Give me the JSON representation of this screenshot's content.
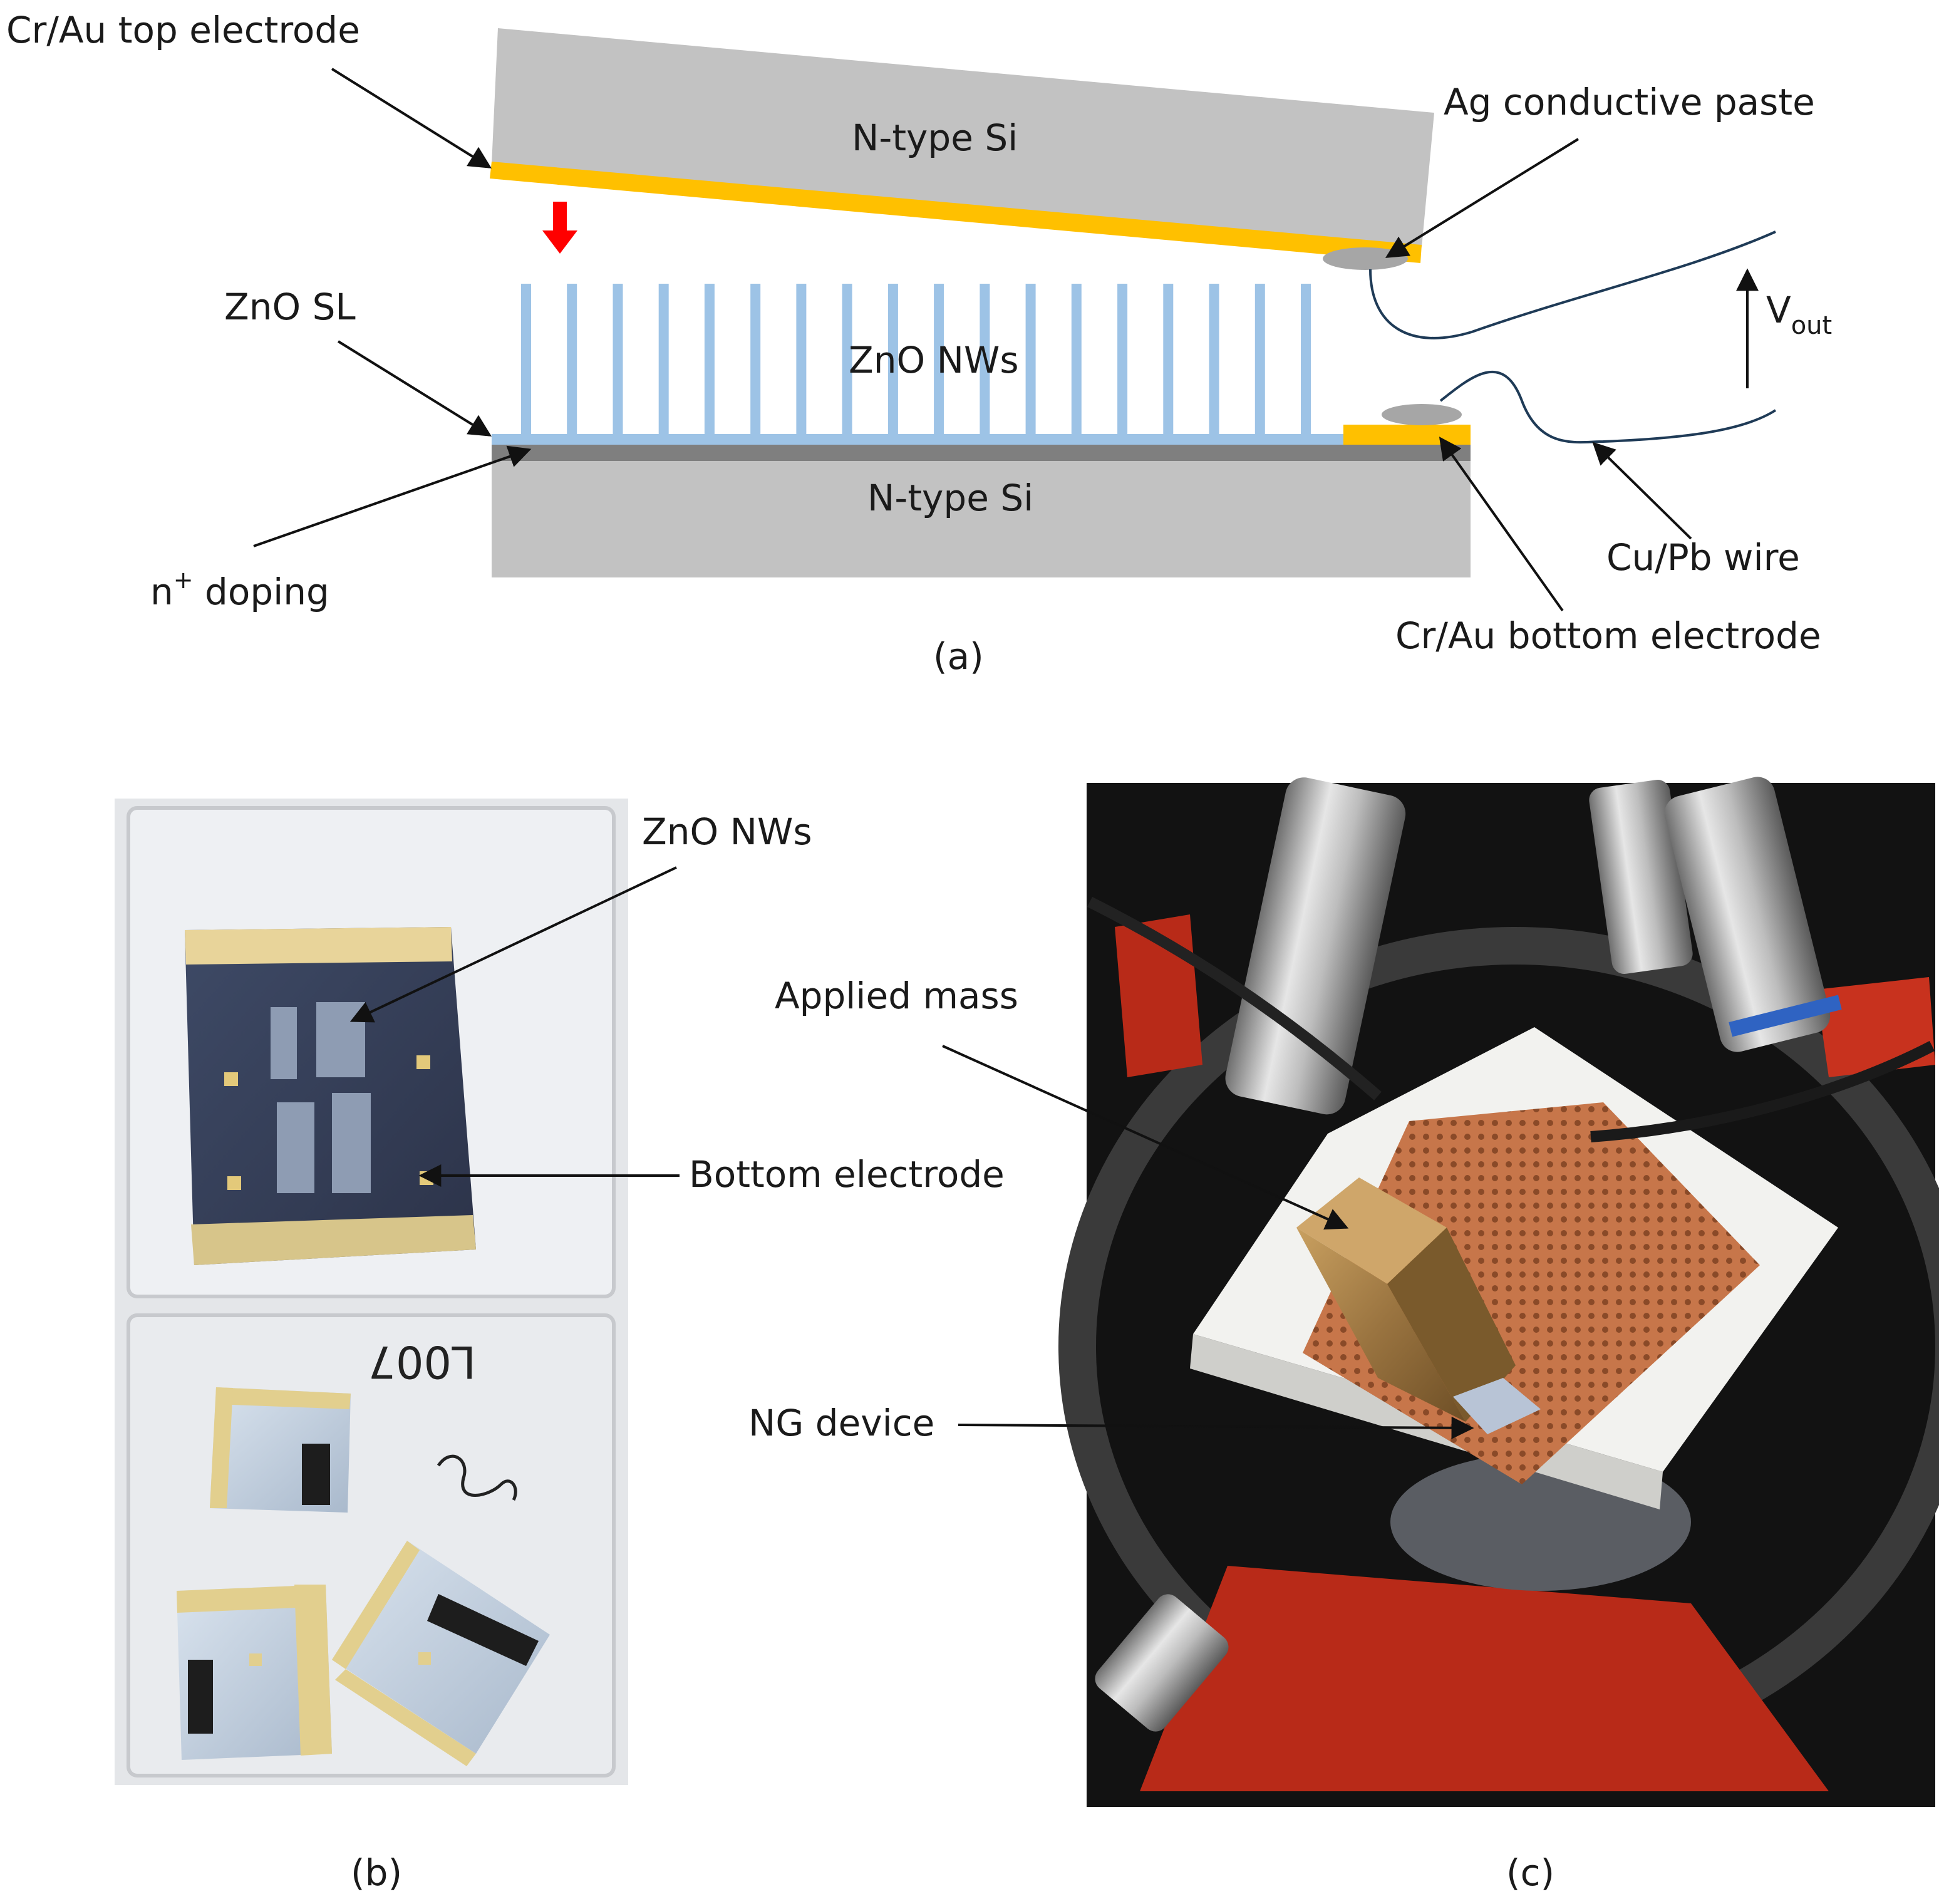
{
  "panel_a": {
    "labels": {
      "top_electrode": "Cr/Au top electrode",
      "top_si": "N-type Si",
      "ag_paste": "Ag conductive paste",
      "zno_sl": "ZnO SL",
      "zno_nws": "ZnO NWs",
      "vout_main": "V",
      "vout_sub": "out",
      "n_doping_main": "n",
      "n_doping_sup": "+",
      "n_doping_rest": " doping",
      "bottom_si": "N-type Si",
      "wire": "Cu/Pb wire",
      "bottom_electrode": "Cr/Au bottom electrode"
    },
    "caption": "(a)",
    "nanowire_count": 18,
    "colors": {
      "silicon": "#c2c2c2",
      "gold": "#ffc000",
      "zno": "#9dc3e6",
      "doping": "#7f7f7f",
      "arrow": "#ff0000",
      "wire": "#1f3b57"
    }
  },
  "panel_b": {
    "labels": {
      "nws": "ZnO NWs",
      "bottom_electrode": "Bottom electrode"
    },
    "handwriting": "L007",
    "caption": "(b)"
  },
  "panel_c": {
    "labels": {
      "applied_mass": "Applied mass",
      "ng_device": "NG device"
    },
    "caption": "(c)"
  }
}
